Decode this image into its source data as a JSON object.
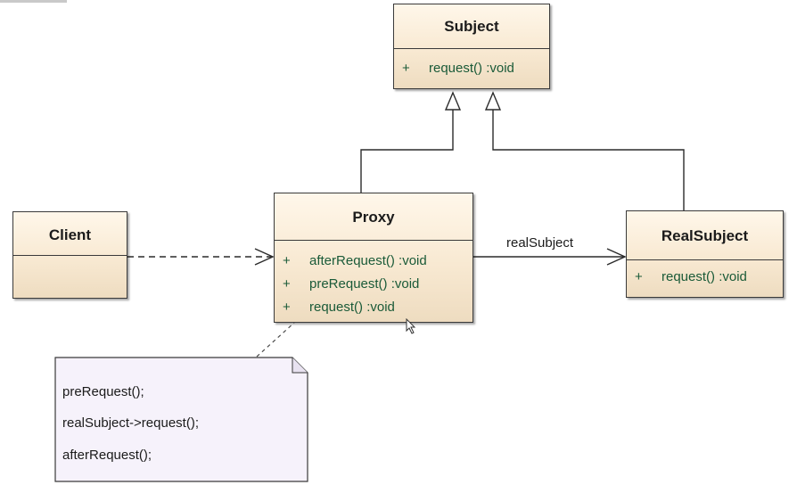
{
  "classes": {
    "subject": {
      "name": "Subject",
      "operations": [
        {
          "visibility": "+",
          "signature": "request()  :void"
        }
      ]
    },
    "proxy": {
      "name": "Proxy",
      "operations": [
        {
          "visibility": "+",
          "signature": "afterRequest()  :void"
        },
        {
          "visibility": "+",
          "signature": "preRequest()  :void"
        },
        {
          "visibility": "+",
          "signature": "request()  :void"
        }
      ]
    },
    "real_subject": {
      "name": "RealSubject",
      "operations": [
        {
          "visibility": "+",
          "signature": "request()  :void"
        }
      ]
    },
    "client": {
      "name": "Client",
      "operations": []
    }
  },
  "relations": {
    "proxy_to_subject": "generalization",
    "realsubject_to_subject": "generalization",
    "client_to_proxy": "dependency",
    "proxy_to_realsubject": {
      "type": "association",
      "role_label": "realSubject"
    },
    "note_to_proxy": "note-anchor"
  },
  "note": {
    "lines": [
      "preRequest();",
      "realSubject->request();",
      "afterRequest();"
    ]
  },
  "colors": {
    "class_fill_top": "#fff7ea",
    "class_fill_bottom": "#eedcc0",
    "operation_text": "#1a5a38",
    "note_fill": "#f6f2fb"
  }
}
